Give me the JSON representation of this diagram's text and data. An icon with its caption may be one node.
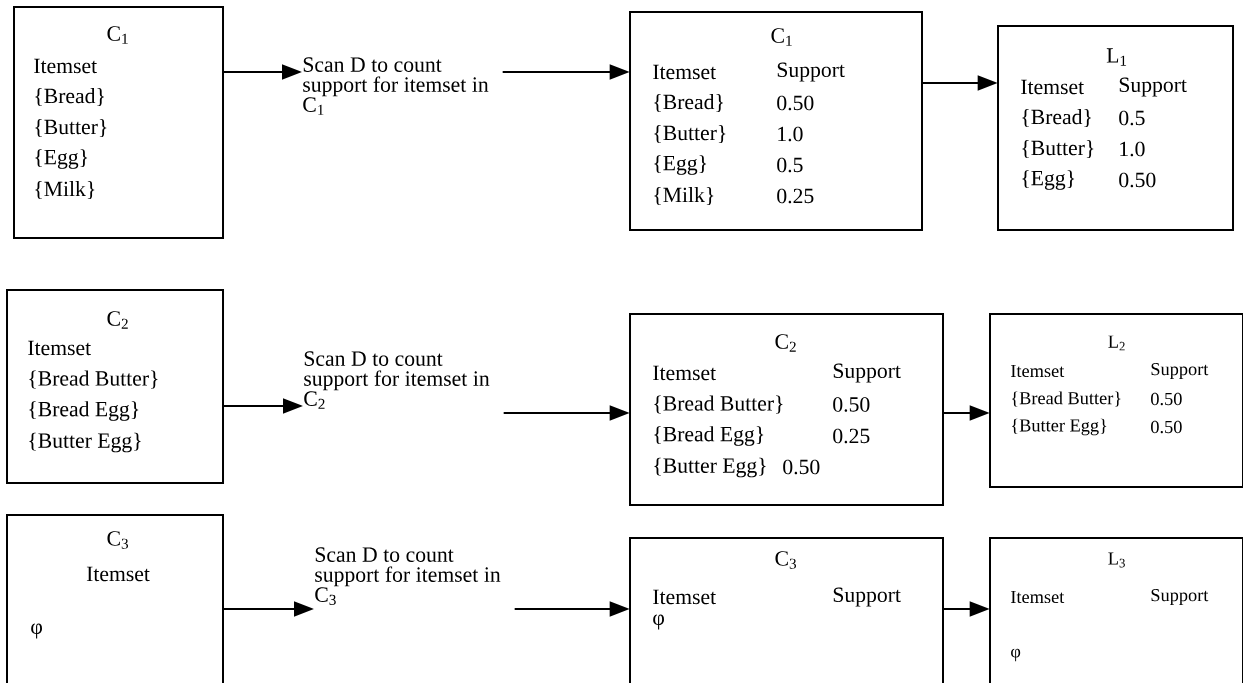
{
  "diagram": {
    "nodes": [
      {
        "text": [
          "C$_{1}$",
          "Itemset",
          "{Bread}",
          "{Butter}",
          "{Egg}",
          "{Milk}"
        ]
      },
      {
        "text": [
          "Scan D to count support for itemset in C$_{1}$"
        ]
      },
      {
        "text": [
          "C$_{1}$",
          "Itemset",
          "Support",
          "{Bread}",
          "0.50",
          "{Butter}",
          "1.0",
          "{Egg}",
          "0.5",
          "{Milk}",
          "0.25"
        ]
      },
      {
        "text": [
          "L$_{1}$",
          "Itemset",
          "Support",
          "{Bread}",
          "0.5",
          "{Butter}",
          "1.0",
          "{Egg}",
          "0.50"
        ]
      },
      {
        "text": [
          "C$_{2}$",
          "Itemset",
          "{Bread Butter}",
          "{Bread Egg}",
          "{Butter Egg}"
        ]
      },
      {
        "text": [
          "Scan D to count support for itemset in C$_{2}$"
        ]
      },
      {
        "text": [
          "C$_{2}$",
          "Itemset",
          "Support",
          "{Bread Butter}",
          "0.50",
          "{Bread Egg}",
          "0.25",
          "{Butter Egg}",
          "0.50"
        ]
      },
      {
        "text": [
          "L$_{2}$",
          "Itemset",
          "Support",
          "{Bread Butter}",
          "0.50",
          "{Butter Egg}",
          "0.50"
        ]
      },
      {
        "text": [
          "C$_{3}$",
          "Itemset",
          "φ"
        ]
      },
      {
        "text": [
          "Scan D to count support for itemset in C$_{3}$"
        ]
      },
      {
        "text": [
          "C$_{3}$",
          "Itemset",
          "Support",
          "φ"
        ]
      },
      {
        "text": [
          "L$_{3}$",
          "Itemset",
          "Support",
          "φ"
        ]
      }
    ],
    "edges": [
      {
        "from": 0,
        "to": 1,
        "arrow": "to"
      },
      {
        "from": 1,
        "to": 2,
        "arrow": "to"
      },
      {
        "from": 2,
        "to": 3,
        "arrow": "to"
      },
      {
        "from": 4,
        "to": 5,
        "arrow": "to"
      },
      {
        "from": 5,
        "to": 6,
        "arrow": "to"
      },
      {
        "from": 6,
        "to": 7,
        "arrow": "to"
      },
      {
        "from": 8,
        "to": 9,
        "arrow": "to"
      },
      {
        "from": 9,
        "to": 10,
        "arrow": "to"
      },
      {
        "from": 10,
        "to": 11,
        "arrow": "to"
      }
    ]
  }
}
